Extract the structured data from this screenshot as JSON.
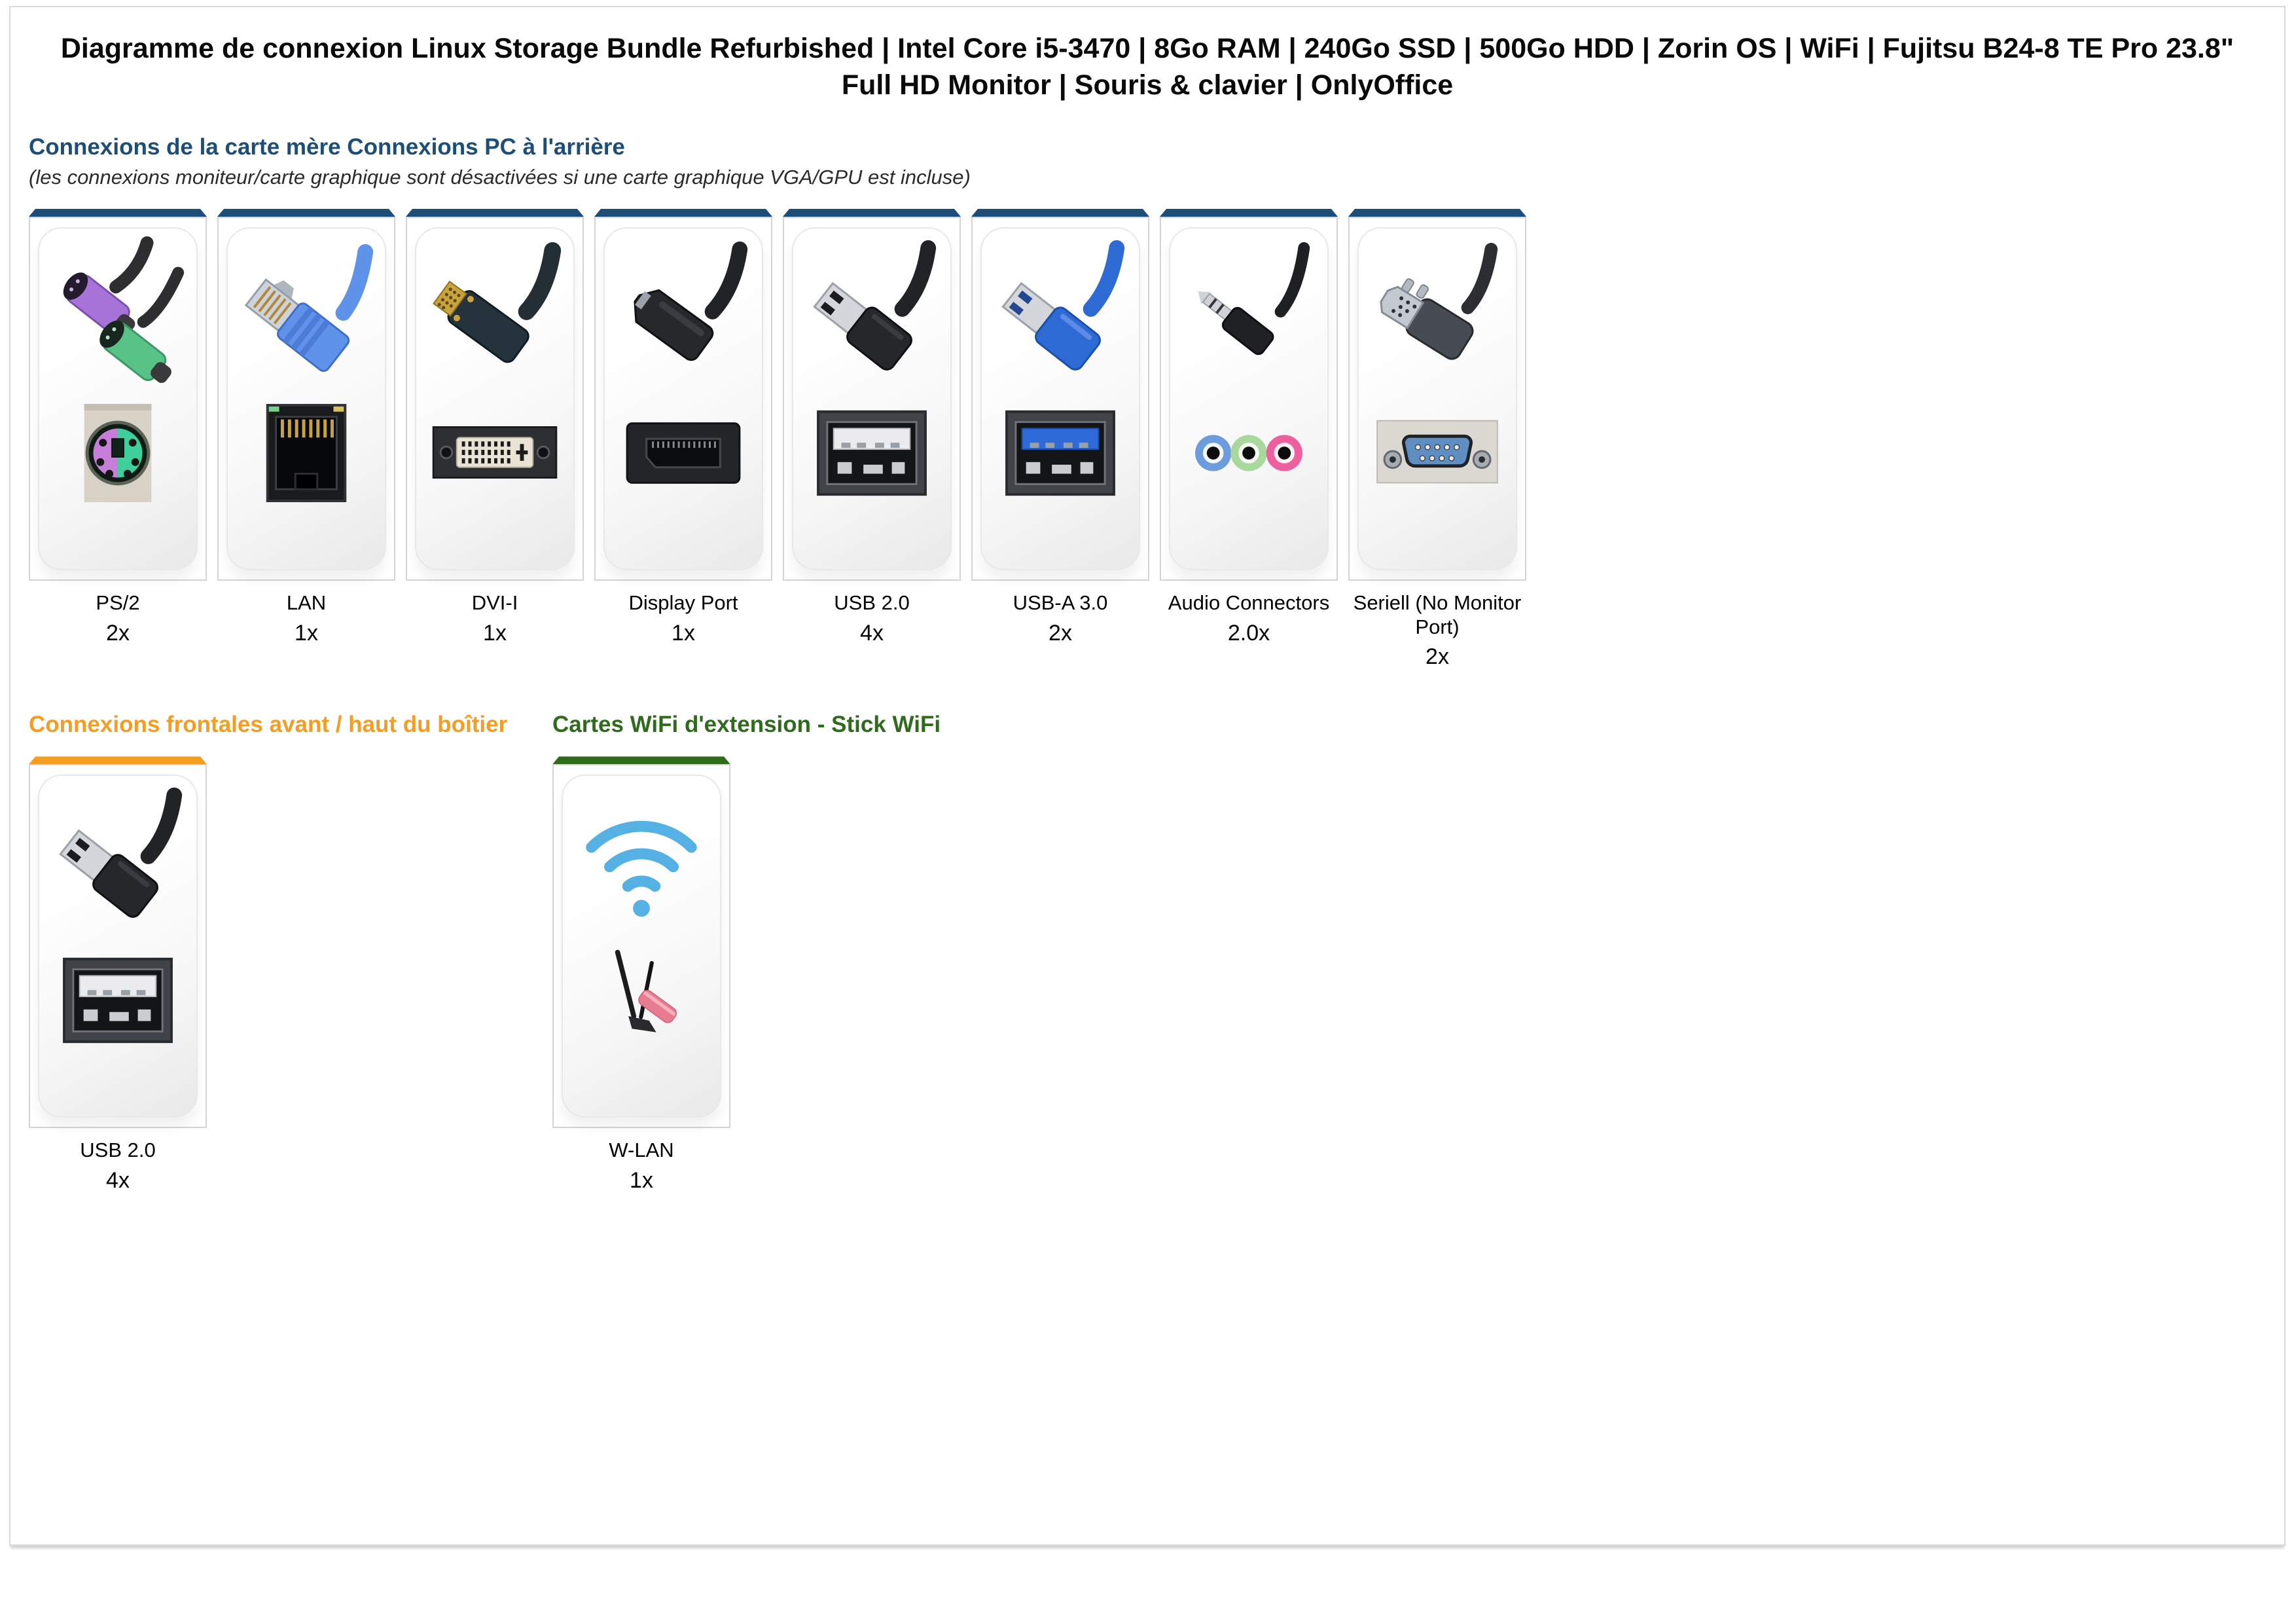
{
  "title": "Diagramme de connexion Linux Storage Bundle Refurbished | Intel Core i5-3470 | 8Go RAM | 240Go SSD | 500Go HDD | Zorin OS | WiFi | Fujitsu B24-8 TE Pro 23.8\" Full HD Monitor | Souris & clavier | OnlyOffice",
  "colors": {
    "rear_accent": "#1c4e78",
    "front_accent": "#f59d20",
    "wifi_accent": "#2f6b1c",
    "title_text": "#0a0a0a",
    "subtitle_text": "#2b2b2b"
  },
  "sections": [
    {
      "heading": "Connexions de la carte mère Connexions PC à l'arrière",
      "subheading": "(les connexions moniteur/carte graphique sont désactivées si une carte graphique VGA/GPU est incluse)",
      "accent_color": "#1c4e78",
      "cards": [
        {
          "label": "PS/2",
          "count": "2x",
          "plug_icon": "ps2-plug",
          "port_icon": "ps2-port"
        },
        {
          "label": "LAN",
          "count": "1x",
          "plug_icon": "lan-plug",
          "port_icon": "lan-port"
        },
        {
          "label": "DVI-I",
          "count": "1x",
          "plug_icon": "dvi-plug",
          "port_icon": "dvi-port"
        },
        {
          "label": "Display Port",
          "count": "1x",
          "plug_icon": "dp-plug",
          "port_icon": "dp-port"
        },
        {
          "label": "USB 2.0",
          "count": "4x",
          "plug_icon": "usb2-plug",
          "port_icon": "usb2-port"
        },
        {
          "label": "USB-A 3.0",
          "count": "2x",
          "plug_icon": "usb3-plug",
          "port_icon": "usb3-port"
        },
        {
          "label": "Audio Connectors",
          "count": "2.0x",
          "plug_icon": "audio-plug",
          "port_icon": "audio-port"
        },
        {
          "label": "Seriell (No Monitor Port)",
          "count": "2x",
          "plug_icon": "serial-plug",
          "port_icon": "serial-port"
        }
      ]
    },
    {
      "heading": "Connexions frontales avant / haut du boîtier",
      "accent_color": "#f59d20",
      "cards": [
        {
          "label": "USB 2.0",
          "count": "4x",
          "plug_icon": "usb2-plug",
          "port_icon": "usb2-port"
        }
      ]
    },
    {
      "heading": "Cartes WiFi d'extension - Stick WiFi",
      "accent_color": "#2f6b1c",
      "cards": [
        {
          "label": "W-LAN",
          "count": "1x",
          "plug_icon": "wifi-symbol",
          "port_icon": "wifi-stick"
        }
      ]
    }
  ]
}
